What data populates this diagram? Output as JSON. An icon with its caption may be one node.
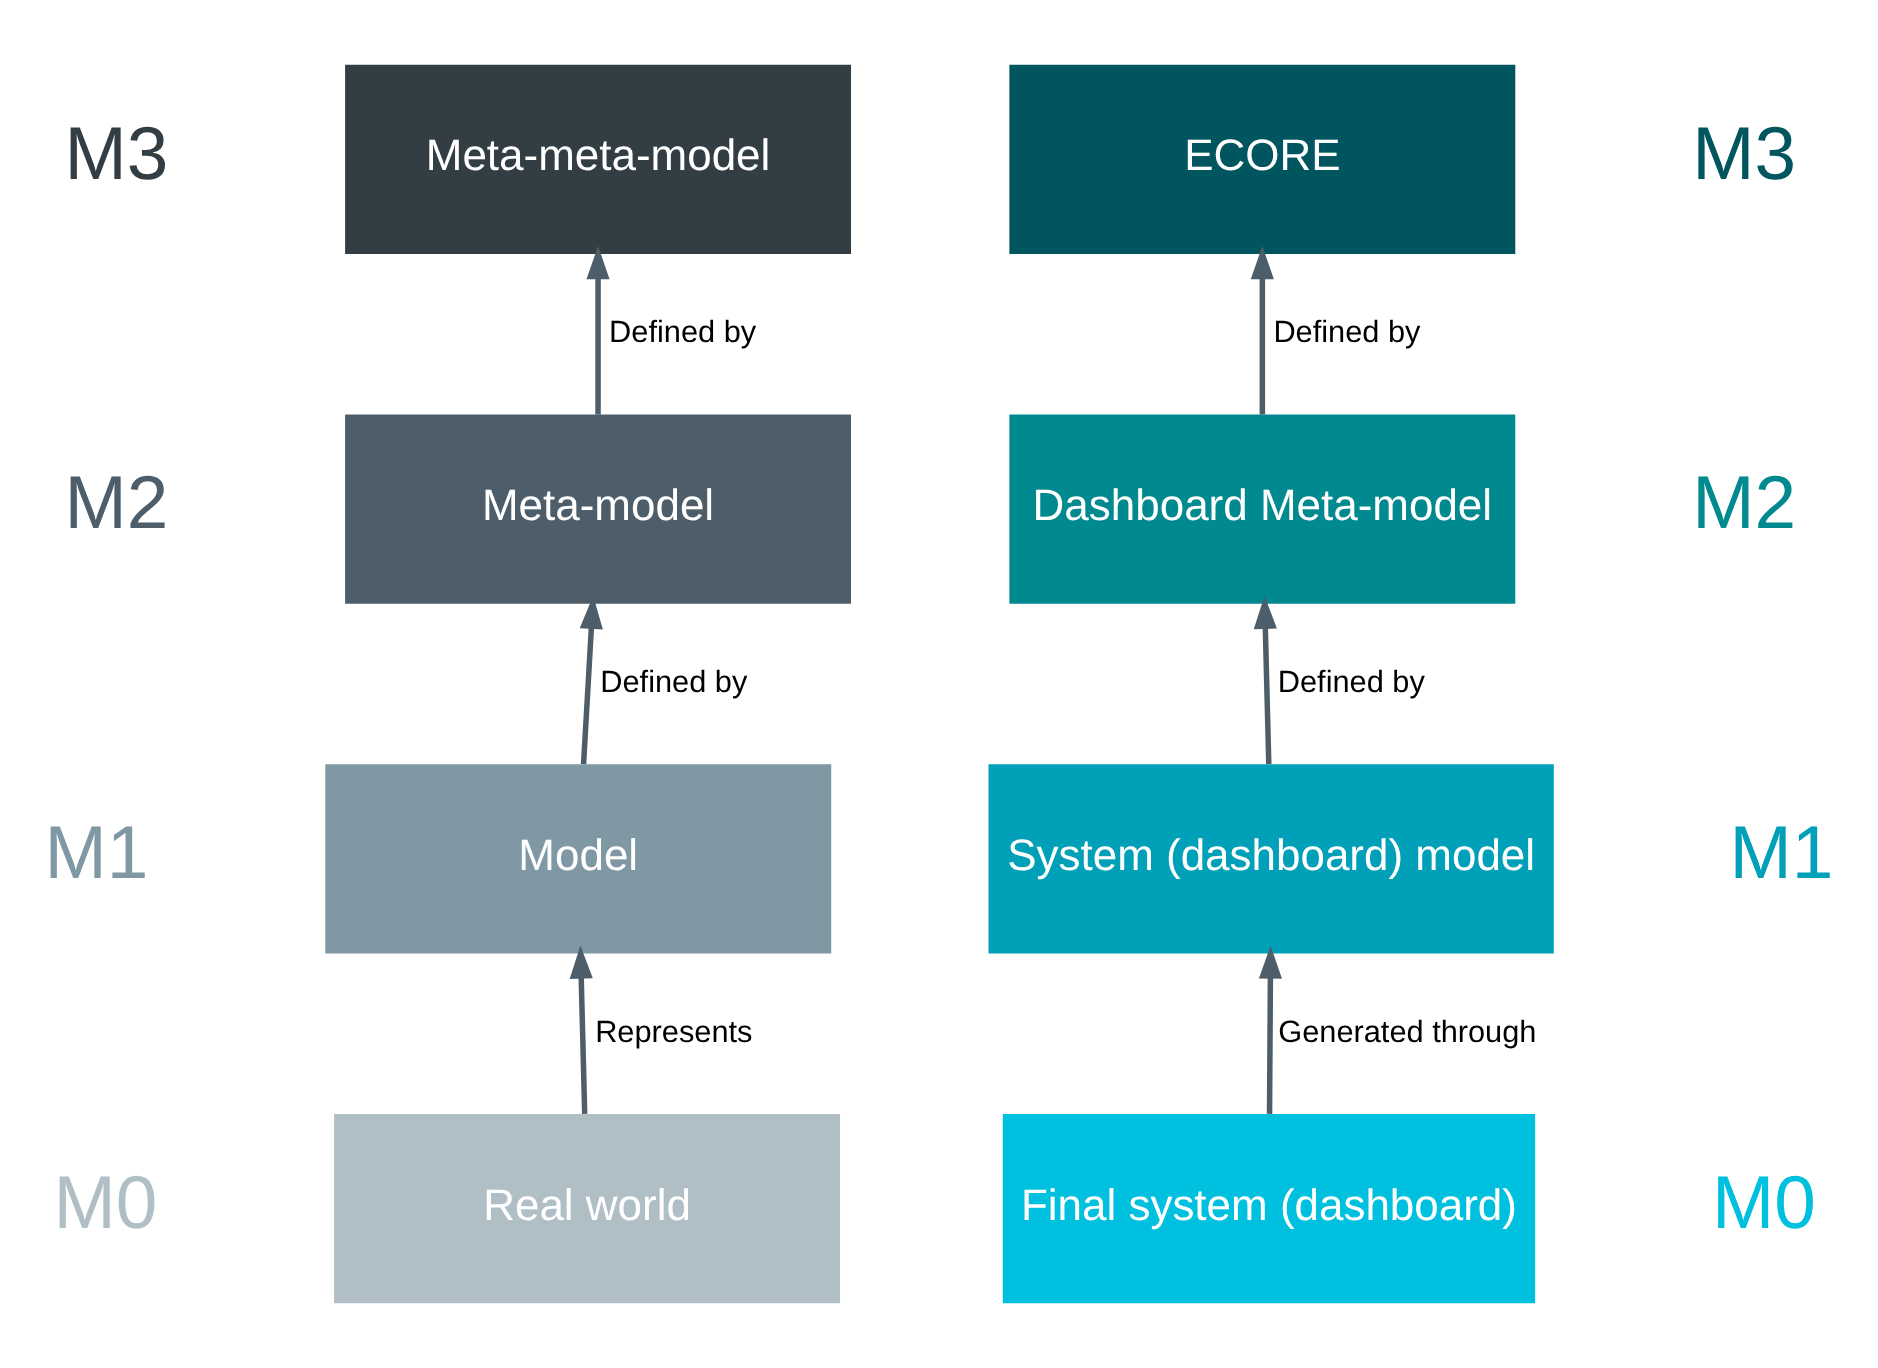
{
  "diagram": {
    "nodes": [
      {
        "text": [
          "Meta-meta-model"
        ]
      },
      {
        "text": [
          "Meta-model"
        ]
      },
      {
        "text": [
          "Model"
        ]
      },
      {
        "text": [
          "Real world"
        ]
      },
      {
        "text": [
          "ECORE"
        ]
      },
      {
        "text": [
          "Dashboard Meta-model"
        ]
      },
      {
        "text": [
          "System (dashboard) model"
        ]
      },
      {
        "text": [
          "Final system (dashboard)"
        ]
      }
    ],
    "edges": [
      {
        "from": 1,
        "to": 0,
        "arrow": "to",
        "label": "Defined by"
      },
      {
        "from": 2,
        "to": 1,
        "arrow": "to",
        "label": "Defined by"
      },
      {
        "from": 3,
        "to": 2,
        "arrow": "to",
        "label": "Represents"
      },
      {
        "from": 5,
        "to": 4,
        "arrow": "to",
        "label": "Defined by"
      },
      {
        "from": 6,
        "to": 5,
        "arrow": "to",
        "label": "Defined by"
      },
      {
        "from": 7,
        "to": 6,
        "arrow": "to",
        "label": "Generated through"
      }
    ],
    "labels": [
      "M3",
      "M3",
      "M2",
      "M2",
      "M1",
      "M1",
      "M0",
      "M0"
    ]
  }
}
